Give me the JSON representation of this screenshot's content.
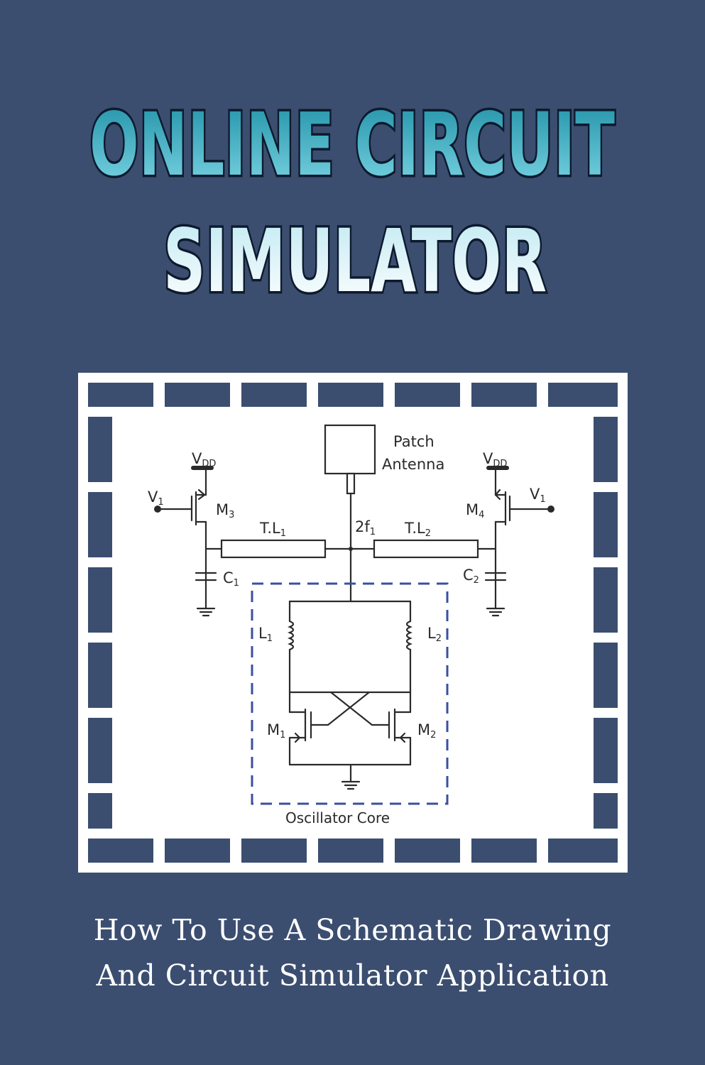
{
  "cover": {
    "title_line_1": "ONLINE CIRCUIT",
    "title_line_2": "SIMULATOR",
    "subtitle_line_1": "How To Use A Schematic Drawing",
    "subtitle_line_2": "And Circuit Simulator Application"
  },
  "colors": {
    "background": "#3b4e70",
    "title_top_gradient": [
      "#1e8fa5",
      "#7fd8e6"
    ],
    "title_bottom_gradient": [
      "#bfe9f2",
      "#ffffff"
    ],
    "title_outline": "#0d1a2e",
    "frame": "#ffffff",
    "oscillator_box_dash": "#3a4fa0"
  },
  "schematic": {
    "patch_label_1": "Patch",
    "patch_label_2": "Antenna",
    "vdd_left_main": "V",
    "vdd_left_sub": "DD",
    "vdd_right_main": "V",
    "vdd_right_sub": "DD",
    "v1_left_main": "V",
    "v1_left_sub": "1",
    "v1_right_main": "V",
    "v1_right_sub": "1",
    "m3_main": "M",
    "m3_sub": "3",
    "m4_main": "M",
    "m4_sub": "4",
    "tl1_main": "T.L",
    "tl1_sub": "1",
    "tl2_main": "T.L",
    "tl2_sub": "2",
    "freq_main": "2f",
    "freq_sub": "1",
    "c1_main": "C",
    "c1_sub": "1",
    "c2_main": "C",
    "c2_sub": "2",
    "l1_main": "L",
    "l1_sub": "1",
    "l2_main": "L",
    "l2_sub": "2",
    "m1_main": "M",
    "m1_sub": "1",
    "m2_main": "M",
    "m2_sub": "2",
    "core_label": "Oscillator Core"
  }
}
